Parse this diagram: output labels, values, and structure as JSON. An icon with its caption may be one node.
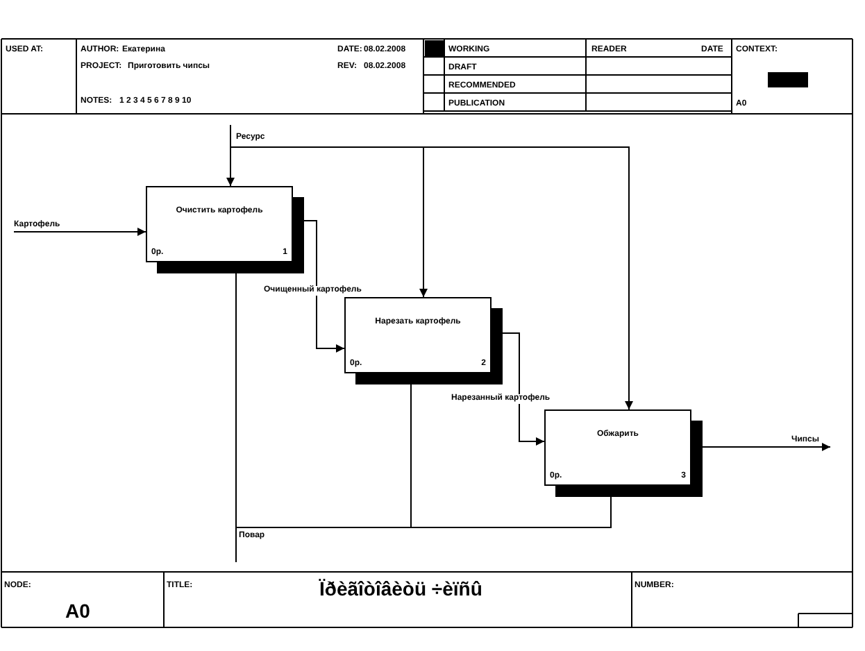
{
  "diagram": {
    "title": "Ïðèãîòîâèòü ÷èïñû",
    "nodes": [
      {
        "text": [
          "Очистить картофель",
          "0р.",
          "1"
        ]
      },
      {
        "text": [
          "Нарезать картофель",
          "0р.",
          "2"
        ]
      },
      {
        "text": [
          "Обжарить",
          "0р.",
          "3"
        ]
      }
    ],
    "edges": [
      {
        "from": null,
        "to": 0,
        "arrow": "to",
        "label": "Картофель"
      },
      {
        "from": null,
        "to": 0,
        "arrow": "to",
        "label": "Ресурс"
      },
      {
        "from": null,
        "to": 1,
        "arrow": "to"
      },
      {
        "from": null,
        "to": 2,
        "arrow": "to"
      },
      {
        "from": 0,
        "to": 1,
        "arrow": "to",
        "label": "Очищенный картофель"
      },
      {
        "from": 1,
        "to": 2,
        "arrow": "to",
        "label": "Нарезанный картофель"
      },
      {
        "from": 2,
        "to": null,
        "arrow": "to",
        "label": "Чипсы"
      },
      {
        "from": null,
        "to": 0,
        "arrow": "to",
        "label": "Повар"
      },
      {
        "from": null,
        "to": 1,
        "arrow": "to"
      },
      {
        "from": null,
        "to": 2,
        "arrow": "to"
      }
    ],
    "labels": [
      "USED AT:",
      "AUTHOR:",
      "Екатерина",
      "DATE:",
      "08.02.2008",
      "PROJECT:",
      "Приготовить чипсы",
      "REV:",
      "08.02.2008",
      "NOTES:",
      "1 2 3 4 5 6 7 8 9 10",
      "WORKING",
      "READER",
      "DATE",
      "CONTEXT:",
      "DRAFT",
      "RECOMMENDED",
      "PUBLICATION",
      "A0",
      "NODE:",
      "A0",
      "TITLE:",
      "NUMBER:"
    ]
  }
}
